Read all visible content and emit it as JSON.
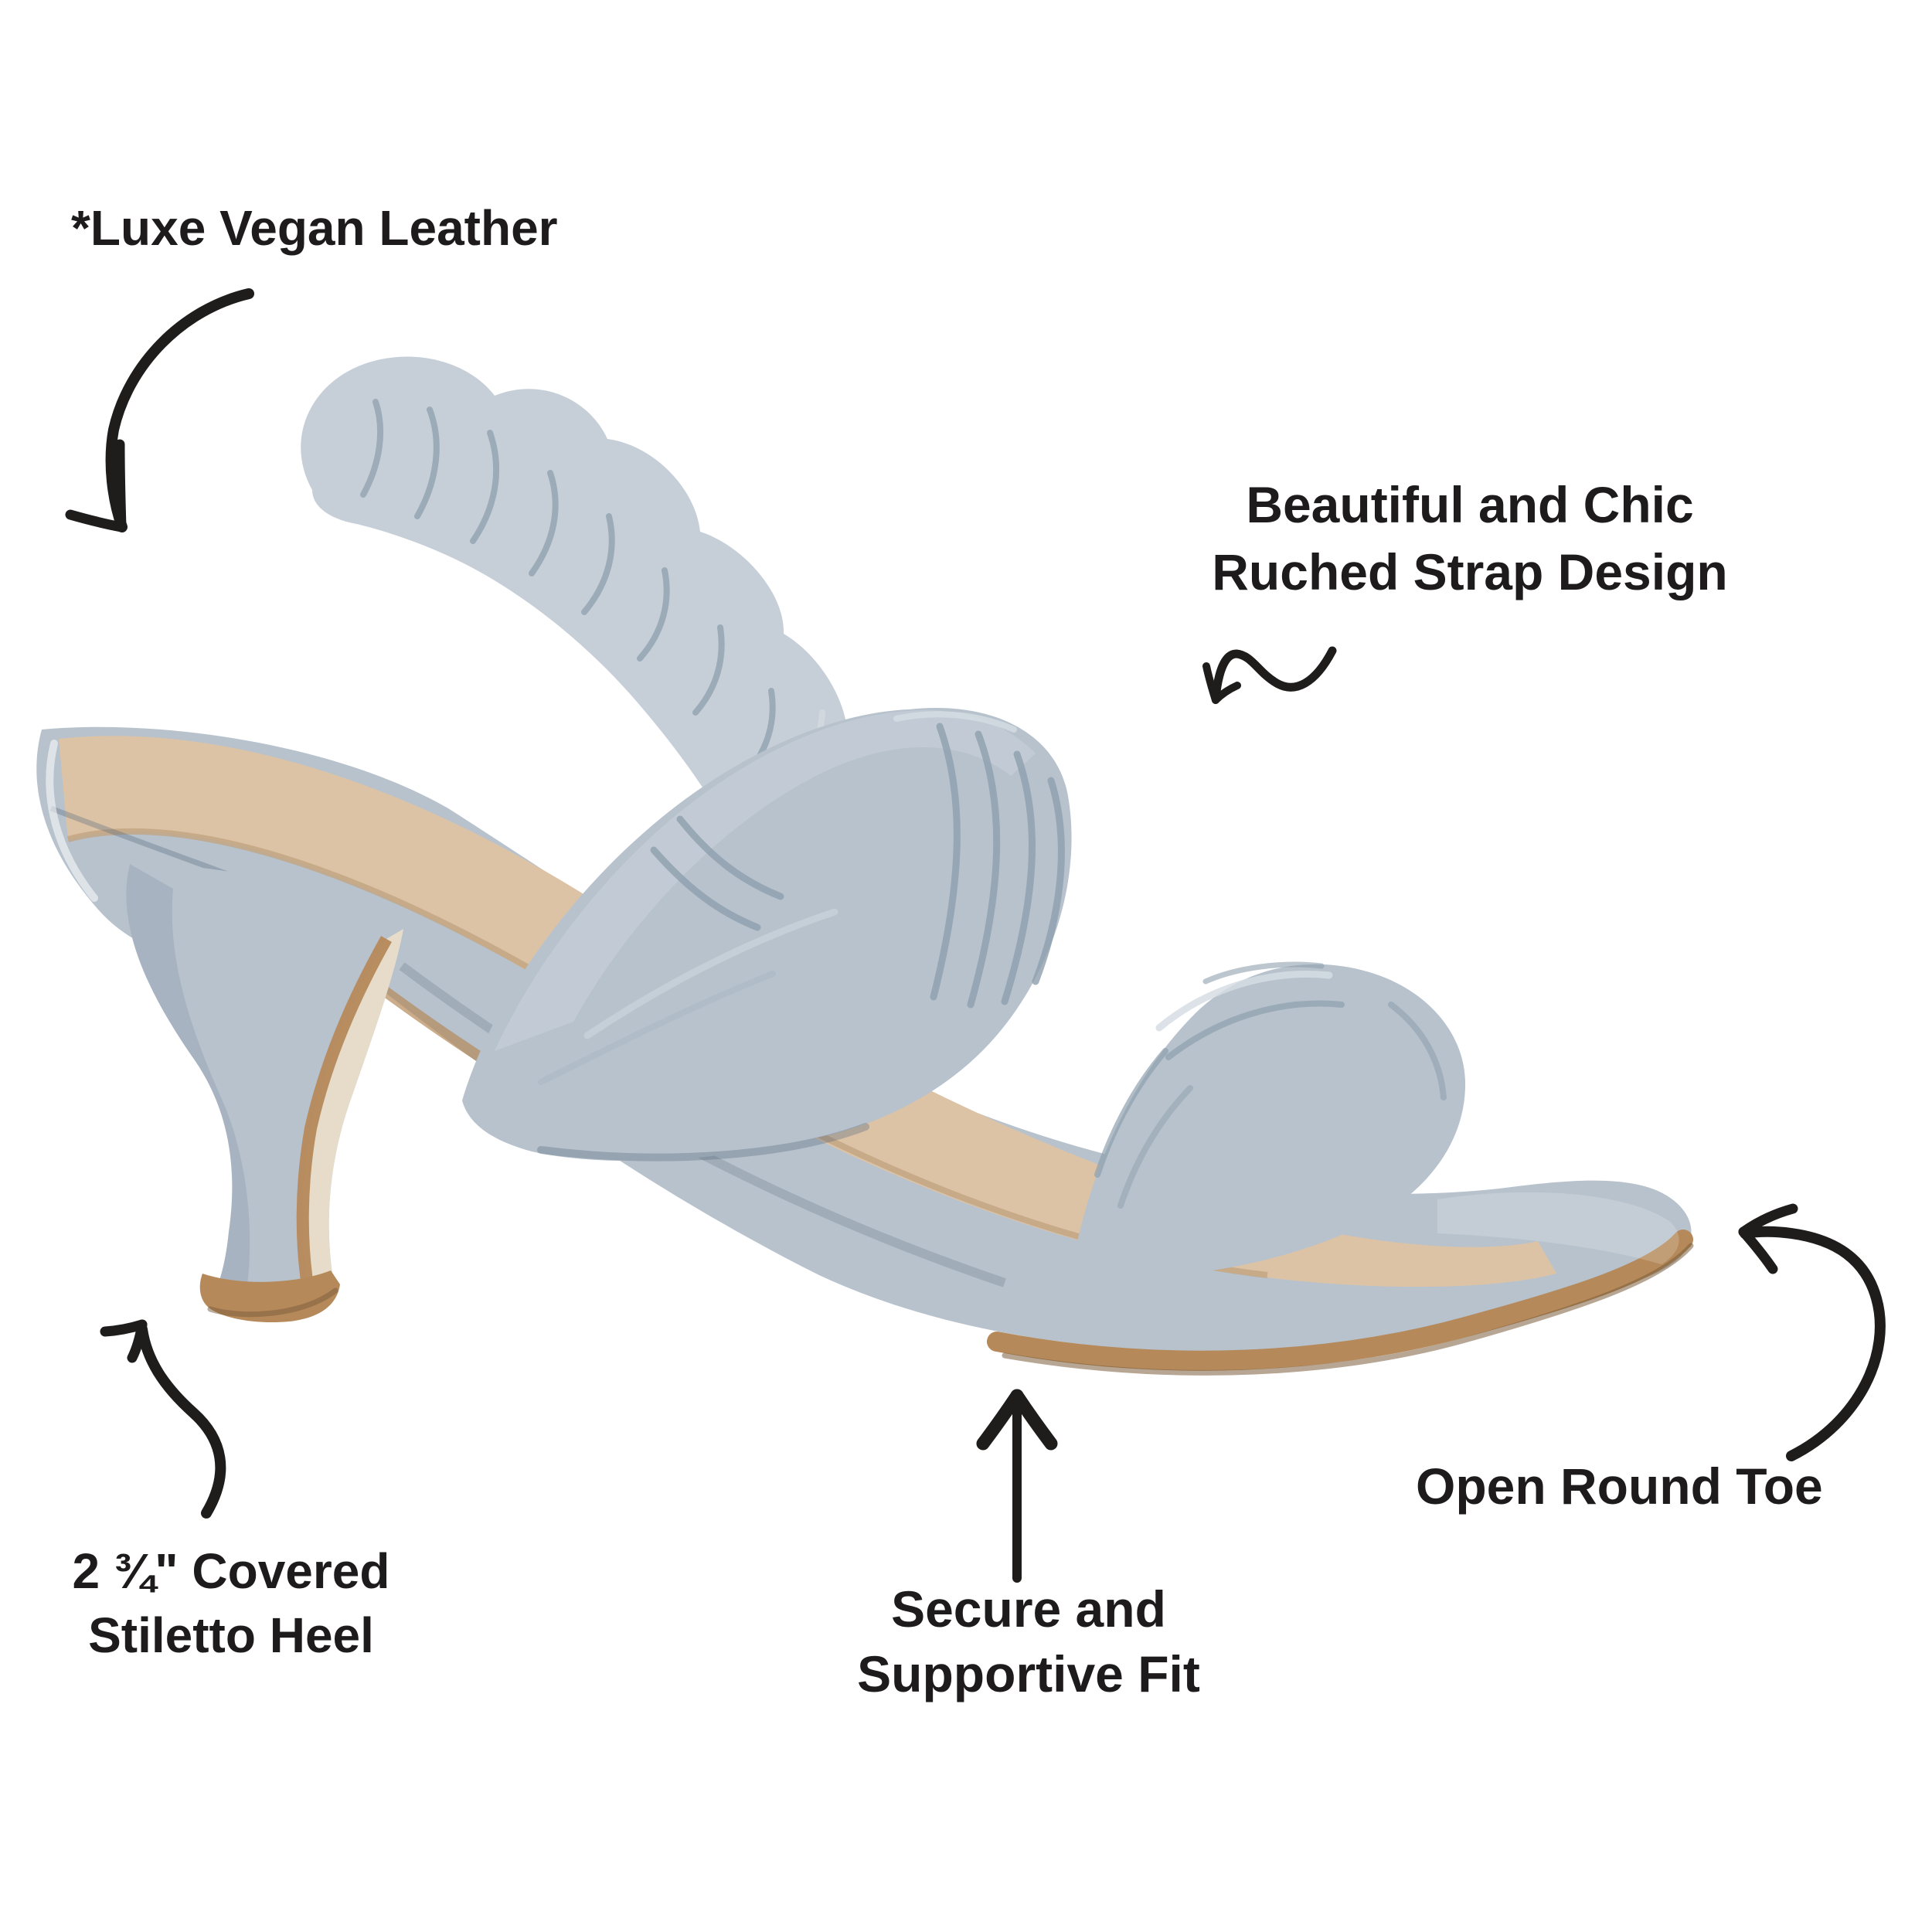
{
  "annotations": {
    "material": "*Luxe Vegan Leather",
    "strap": "Beautiful and Chic\nRuched Strap Design",
    "heel": "2 ¾\" Covered\nStiletto Heel",
    "fit": "Secure and\nSupportive Fit",
    "toe": "Open Round Toe"
  },
  "colors": {
    "background": "#ffffff",
    "ink": "#1f1c1c",
    "leather": "#b7c2cd",
    "leather_light": "#c6cfd8",
    "leather_shadow": "#96a5b3",
    "insole": "#dcc3a6",
    "insole_edge": "#c2a481",
    "sole_tan": "#b5895a",
    "sole_dark": "#7a5c3a",
    "heel_inner": "#e7dcca"
  }
}
